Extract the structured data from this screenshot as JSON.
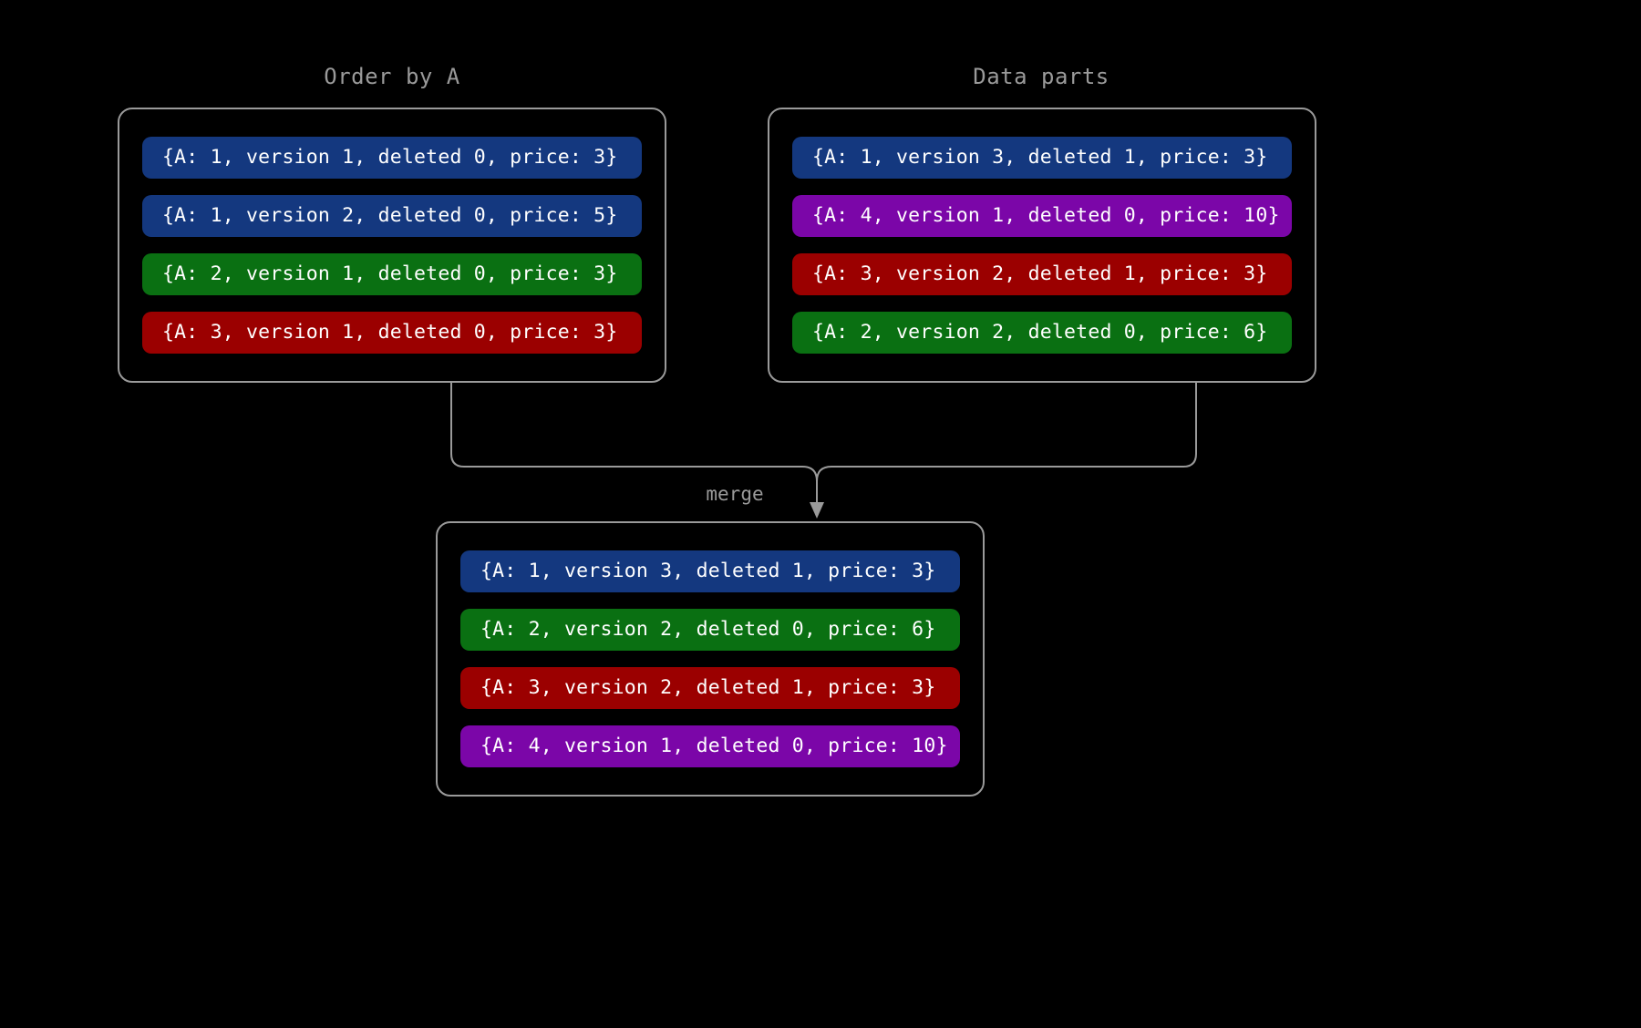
{
  "diagram": {
    "background_color": "#000000",
    "line_color": "#9a9a9a",
    "merge_label": "merge"
  },
  "palette": {
    "blue": "#14387f",
    "green": "#0a7012",
    "red": "#9b0000",
    "purple": "#7b06a8",
    "text": "#ffffff",
    "muted": "#9a9a9a"
  },
  "panels": {
    "order_by_a": {
      "title": "Order by A",
      "rows": [
        {
          "text": "{A: 1, version 1, deleted 0, price: 3}",
          "color": "blue"
        },
        {
          "text": "{A: 1, version 2, deleted 0, price: 5}",
          "color": "blue"
        },
        {
          "text": "{A: 2, version 1, deleted 0, price: 3}",
          "color": "green"
        },
        {
          "text": "{A: 3, version 1, deleted 0, price: 3}",
          "color": "red"
        }
      ]
    },
    "data_parts": {
      "title": "Data parts",
      "rows": [
        {
          "text": "{A: 1, version 3, deleted 1, price: 3}",
          "color": "blue"
        },
        {
          "text": "{A: 4, version 1, deleted 0, price: 10}",
          "color": "purple"
        },
        {
          "text": "{A: 3, version 2, deleted 1, price: 3}",
          "color": "red"
        },
        {
          "text": "{A: 2, version 2, deleted 0, price: 6}",
          "color": "green"
        }
      ]
    },
    "merged_result": {
      "title": "",
      "rows": [
        {
          "text": "{A: 1, version 3, deleted 1, price: 3}",
          "color": "blue"
        },
        {
          "text": "{A: 2, version 2, deleted 0, price: 6}",
          "color": "green"
        },
        {
          "text": "{A: 3, version 2, deleted 1, price: 3}",
          "color": "red"
        },
        {
          "text": "{A: 4, version 1, deleted 0, price: 10}",
          "color": "purple"
        }
      ]
    }
  }
}
